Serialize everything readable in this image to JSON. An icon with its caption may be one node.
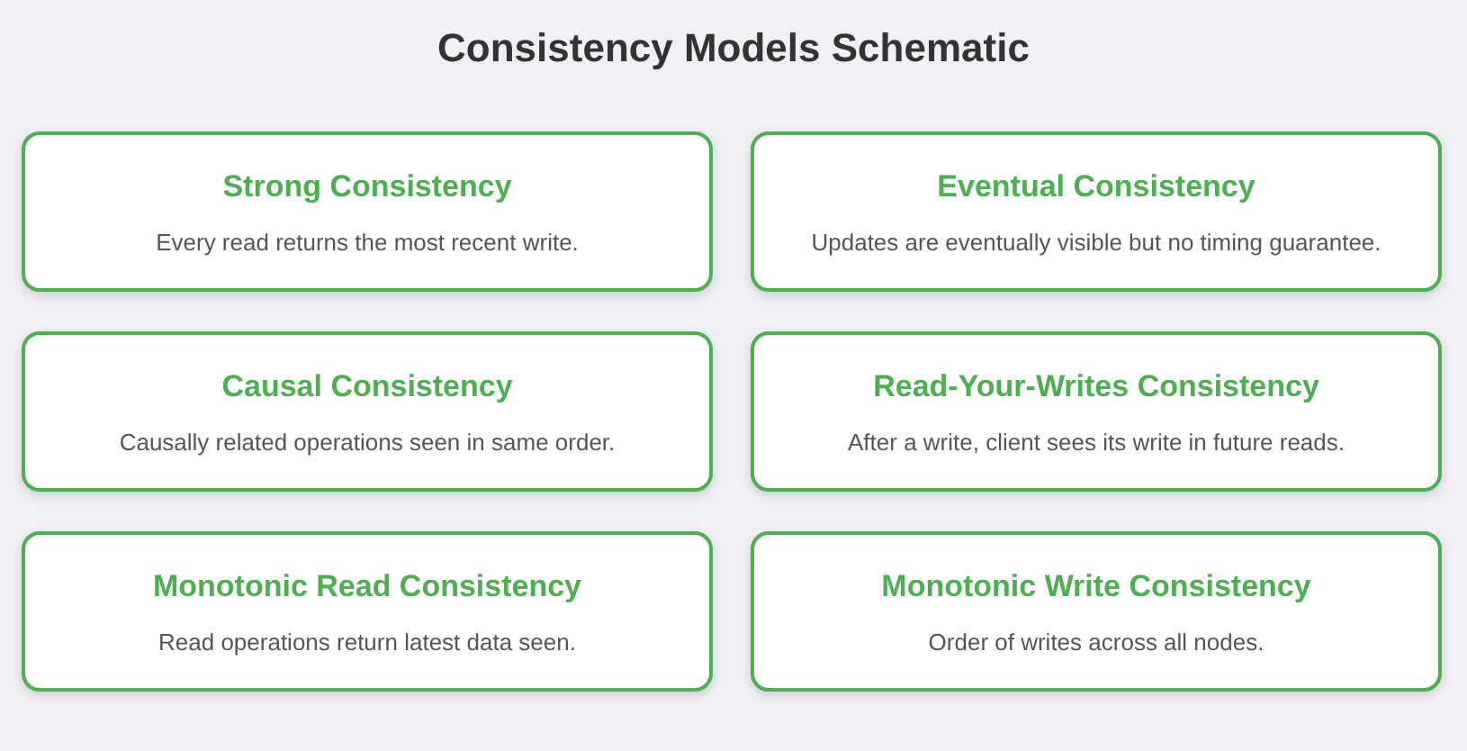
{
  "diagram": {
    "title": "Consistency Models Schematic",
    "nodes": [
      {
        "text": [
          "Strong Consistency",
          "Every read returns the most recent write."
        ]
      },
      {
        "text": [
          "Eventual Consistency",
          "Updates are eventually visible but no timing guarantee."
        ]
      },
      {
        "text": [
          "Causal Consistency",
          "Causally related operations seen in same order."
        ]
      },
      {
        "text": [
          "Read-Your-Writes Consistency",
          "After a write, client sees its write in future reads."
        ]
      },
      {
        "text": [
          "Monotonic Read Consistency",
          "Read operations return latest data seen."
        ]
      },
      {
        "text": [
          "Monotonic Write Consistency",
          "Order of writes across all nodes."
        ]
      }
    ]
  }
}
